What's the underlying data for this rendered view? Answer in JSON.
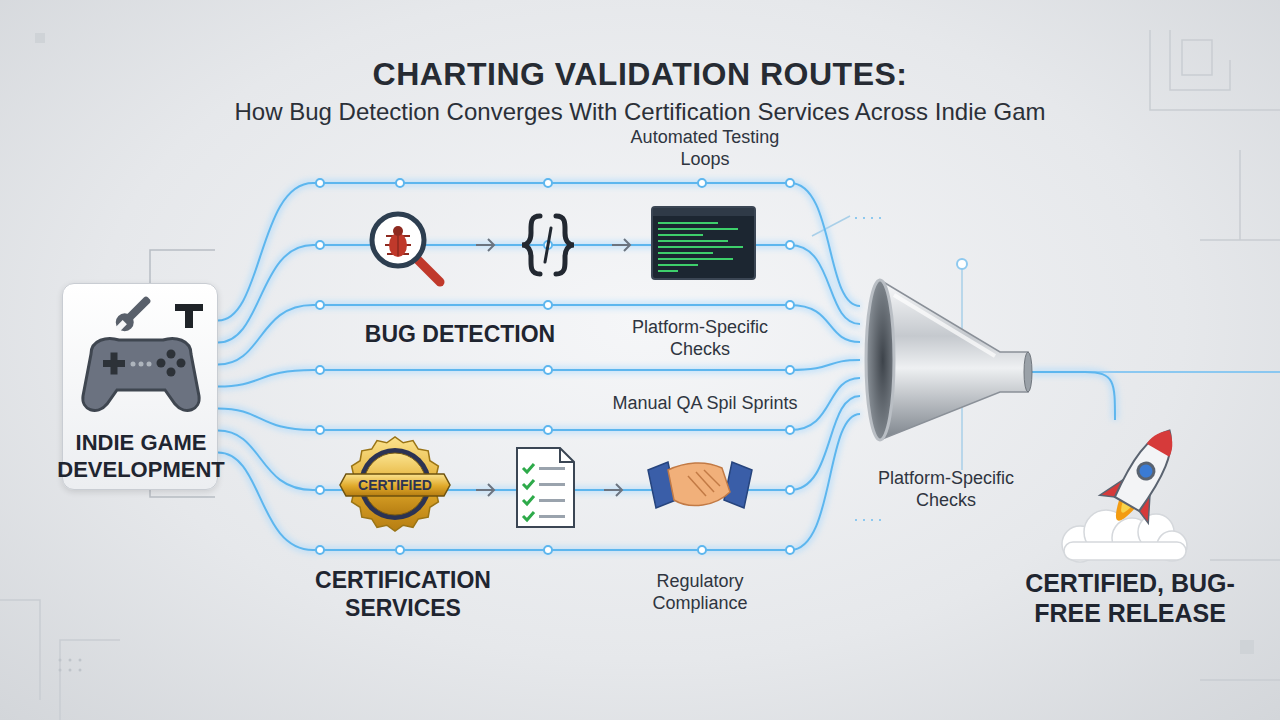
{
  "diagram": {
    "title": "CHARTING VALIDATION ROUTES:",
    "nodes": [
      {
        "text": [
          "INDIE GAME DEVELOPMENT"
        ]
      },
      {
        "text": [
          "CERTIFIED"
        ]
      },
      {
        "text": [
          "Platform-Specific Checks"
        ]
      },
      {
        "text": [
          "CERTIFIED, BUG-FREE RELEASE"
        ]
      }
    ],
    "edges": [
      {
        "from": 0,
        "to": 2,
        "arrow": "none"
      },
      {
        "from": 0,
        "to": 2,
        "arrow": "none"
      },
      {
        "from": 0,
        "to": 2,
        "arrow": "none"
      },
      {
        "from": 0,
        "to": 2,
        "arrow": "none"
      },
      {
        "from": 0,
        "to": 2,
        "arrow": "none"
      },
      {
        "from": 0,
        "to": 2,
        "arrow": "none"
      },
      {
        "from": 0,
        "to": 2,
        "arrow": "none"
      },
      {
        "from": 2,
        "to": 3,
        "arrow": "none"
      }
    ],
    "labels": [
      "How Bug Detection Converges With Certification Services Across Indie Gam",
      "Automated Testing Loops",
      "BUG DETECTION",
      "Platform-Specific Checks",
      "Manual QA Spil Sprints",
      "CERTIFICATION SERVICES",
      "Regulatory Compliance"
    ]
  }
}
